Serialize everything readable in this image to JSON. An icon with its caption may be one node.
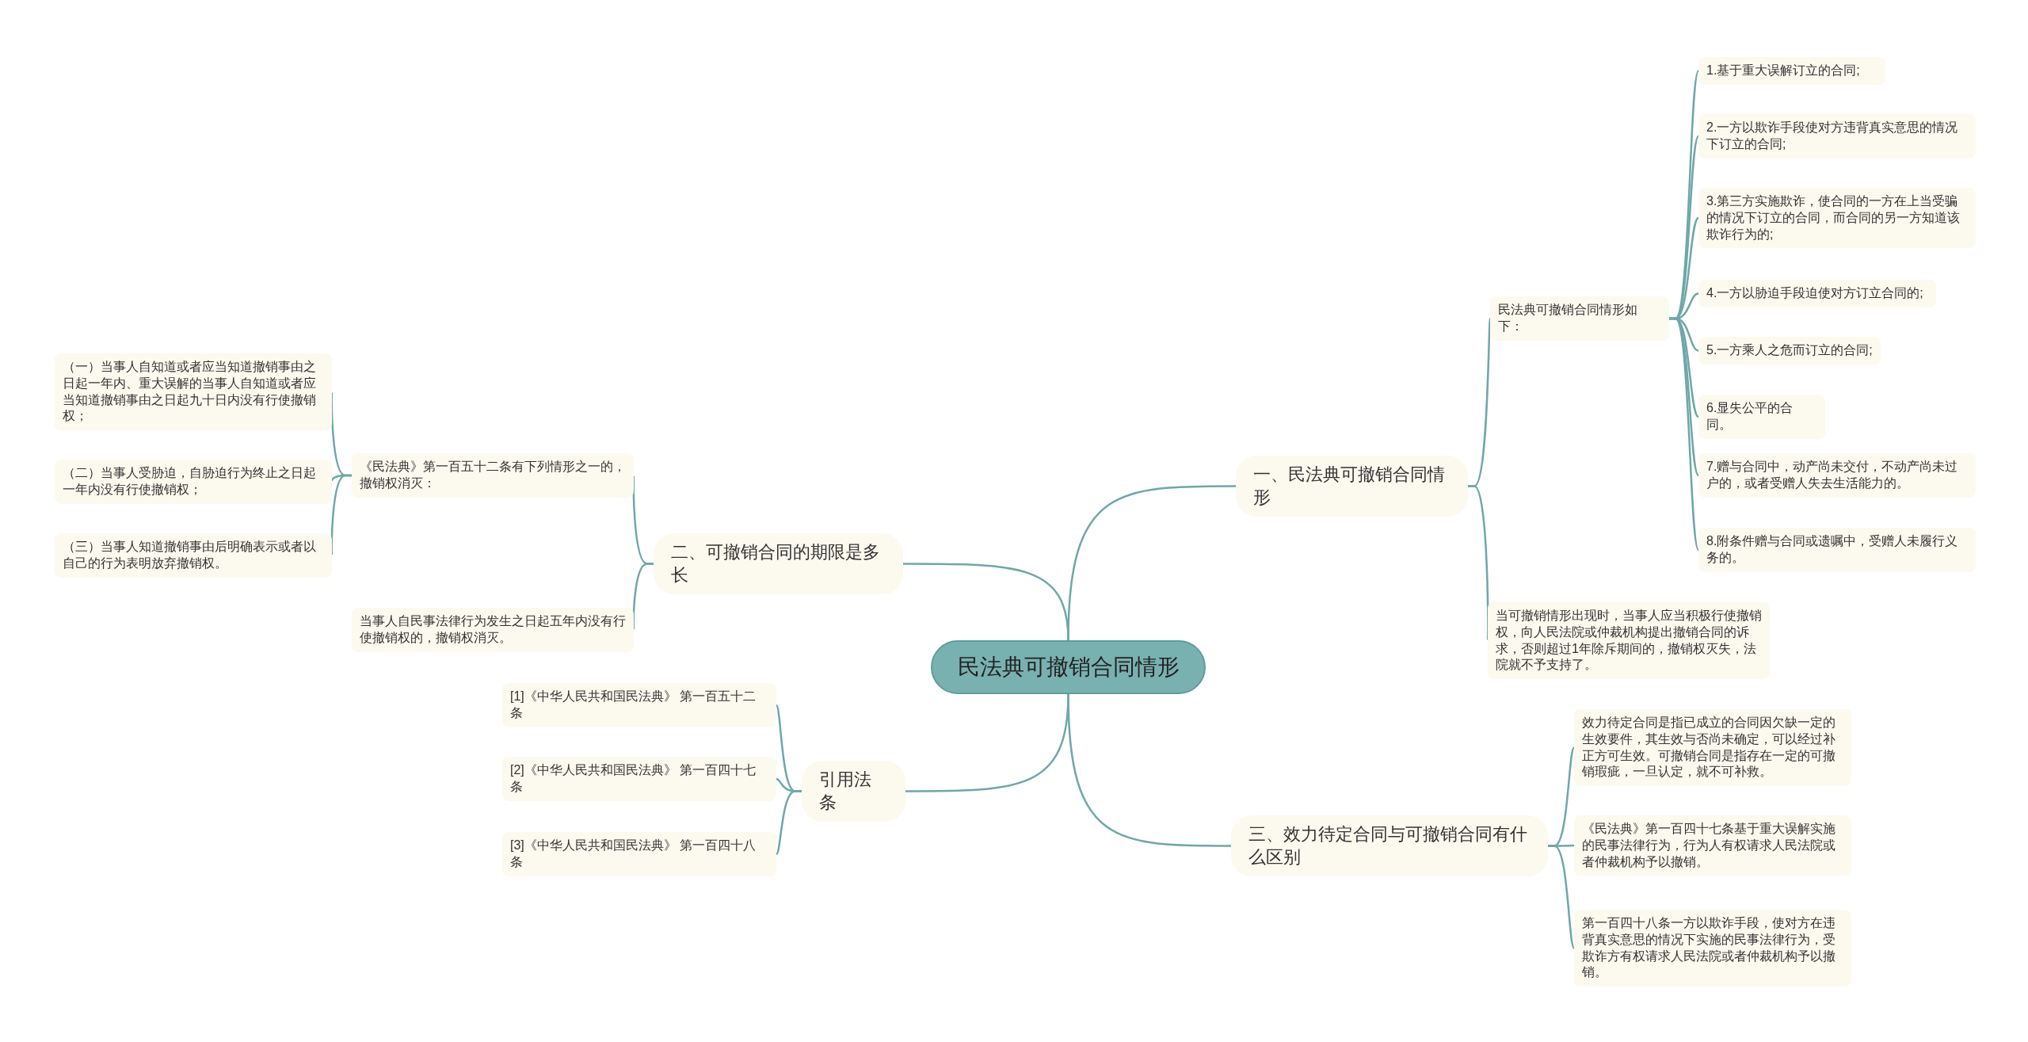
{
  "diagram": {
    "nodes": [
      {
        "text": [
          "民法典可撤销合同情形"
        ]
      },
      {
        "text": [
          "一、民法典可撤销合同情形"
        ]
      },
      {
        "text": [
          "民法典可撤销合同情形如下："
        ]
      },
      {
        "text": [
          "1.基于重大误解订立的合同;"
        ]
      },
      {
        "text": [
          "2.一方以欺诈手段使对方违背真实意思的情况下订立的合同;"
        ]
      },
      {
        "text": [
          "3.第三方实施欺诈，使合同的一方在上当受骗的情况下订立的合同，而合同的另一方知道该欺诈行为的;"
        ]
      },
      {
        "text": [
          "4.一方以胁迫手段迫使对方订立合同的;"
        ]
      },
      {
        "text": [
          "5.一方乘人之危而订立的合同;"
        ]
      },
      {
        "text": [
          "6.显失公平的合同。"
        ]
      },
      {
        "text": [
          "7.赠与合同中，动产尚未交付，不动产尚未过户的，或者受赠人失去生活能力的。"
        ]
      },
      {
        "text": [
          "8.附条件赠与合同或遗嘱中，受赠人未履行义务的。"
        ]
      },
      {
        "text": [
          "当可撤销情形出现时，当事人应当积极行使撤销权，向人民法院或仲裁机构提出撤销合同的诉求，否则超过1年除斥期间的，撤销权灭失，法院就不予支持了。"
        ]
      },
      {
        "text": [
          "二、可撤销合同的期限是多长"
        ]
      },
      {
        "text": [
          "《民法典》第一百五十二条有下列情形之一的，撤销权消灭："
        ]
      },
      {
        "text": [
          "（一）当事人自知道或者应当知道撤销事由之日起一年内、重大误解的当事人自知道或者应当知道撤销事由之日起九十日内没有行使撤销权；"
        ]
      },
      {
        "text": [
          "（二）当事人受胁迫，自胁迫行为终止之日起一年内没有行使撤销权；"
        ]
      },
      {
        "text": [
          "（三）当事人知道撤销事由后明确表示或者以自己的行为表明放弃撤销权。"
        ]
      },
      {
        "text": [
          "当事人自民事法律行为发生之日起五年内没有行使撤销权的，撤销权消灭。"
        ]
      },
      {
        "text": [
          "引用法条"
        ]
      },
      {
        "text": [
          "[1]《中华人民共和国民法典》 第一百五十二条"
        ]
      },
      {
        "text": [
          "[2]《中华人民共和国民法典》 第一百四十七条"
        ]
      },
      {
        "text": [
          "[3]《中华人民共和国民法典》 第一百四十八条"
        ]
      },
      {
        "text": [
          "三、效力待定合同与可撤销合同有什么区别"
        ]
      },
      {
        "text": [
          "效力待定合同是指已成立的合同因欠缺一定的生效要件，其生效与否尚未确定，可以经过补正方可生效。可撤销合同是指存在一定的可撤销瑕疵，一旦认定，就不可补救。"
        ]
      },
      {
        "text": [
          "《民法典》第一百四十七条基于重大误解实施的民事法律行为，行为人有权请求人民法院或者仲裁机构予以撤销。"
        ]
      },
      {
        "text": [
          "第一百四十八条一方以欺诈手段，使对方在违背真实意思的情况下实施的民事法律行为，受欺诈方有权请求人民法院或者仲裁机构予以撤销。"
        ]
      }
    ],
    "edges": [
      {
        "from": 0,
        "to": 1,
        "arrow": "none"
      },
      {
        "from": 1,
        "to": 2,
        "arrow": "none"
      },
      {
        "from": 2,
        "to": 3,
        "arrow": "none"
      },
      {
        "from": 2,
        "to": 4,
        "arrow": "none"
      },
      {
        "from": 2,
        "to": 5,
        "arrow": "none"
      },
      {
        "from": 2,
        "to": 6,
        "arrow": "none"
      },
      {
        "from": 2,
        "to": 7,
        "arrow": "none"
      },
      {
        "from": 2,
        "to": 8,
        "arrow": "none"
      },
      {
        "from": 2,
        "to": 9,
        "arrow": "none"
      },
      {
        "from": 2,
        "to": 10,
        "arrow": "none"
      },
      {
        "from": 1,
        "to": 11,
        "arrow": "none"
      },
      {
        "from": 0,
        "to": 12,
        "arrow": "none"
      },
      {
        "from": 12,
        "to": 13,
        "arrow": "none"
      },
      {
        "from": 13,
        "to": 14,
        "arrow": "none"
      },
      {
        "from": 13,
        "to": 15,
        "arrow": "none"
      },
      {
        "from": 13,
        "to": 16,
        "arrow": "none"
      },
      {
        "from": 12,
        "to": 17,
        "arrow": "none"
      },
      {
        "from": 0,
        "to": 18,
        "arrow": "none"
      },
      {
        "from": 18,
        "to": 19,
        "arrow": "none"
      },
      {
        "from": 18,
        "to": 20,
        "arrow": "none"
      },
      {
        "from": 18,
        "to": 21,
        "arrow": "none"
      },
      {
        "from": 0,
        "to": 22,
        "arrow": "none"
      },
      {
        "from": 22,
        "to": 23,
        "arrow": "none"
      },
      {
        "from": 22,
        "to": 24,
        "arrow": "none"
      },
      {
        "from": 22,
        "to": 25,
        "arrow": "none"
      }
    ]
  }
}
